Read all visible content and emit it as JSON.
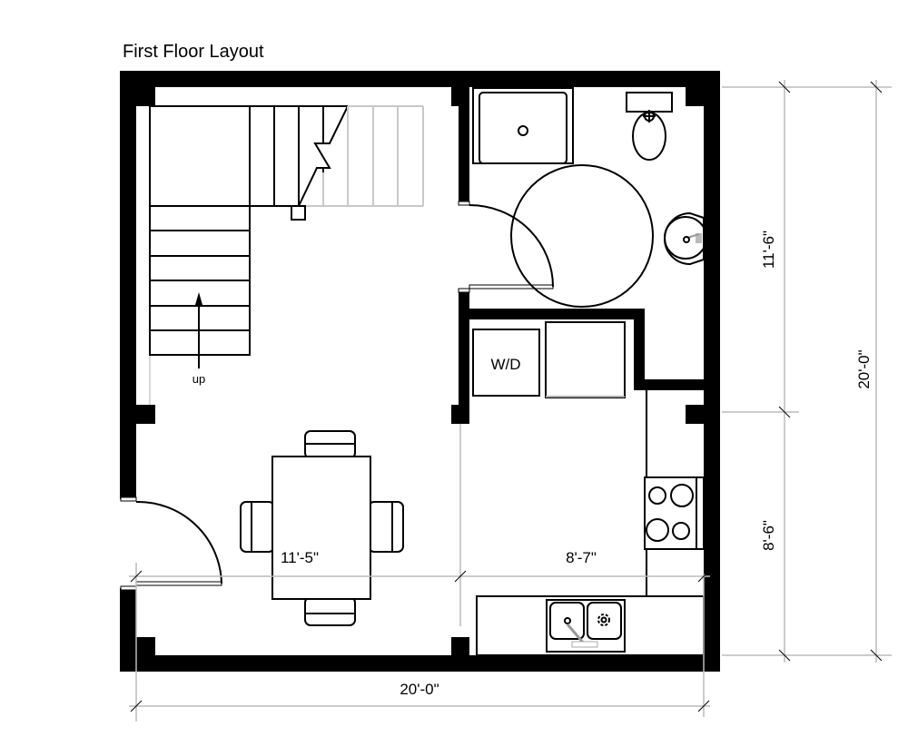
{
  "title": "First Floor Layout",
  "labels": {
    "stairs_direction": "up",
    "laundry": "W/D"
  },
  "dimensions": {
    "left_room_width": "11'-5\"",
    "right_room_width": "8'-7\"",
    "overall_width": "20'-0\"",
    "upper_right_depth": "11'-6\"",
    "lower_right_depth": "8'-6\"",
    "overall_depth": "20'-0\""
  },
  "colors": {
    "wall": "#000000",
    "dimension_line": "#bbbbbb"
  }
}
